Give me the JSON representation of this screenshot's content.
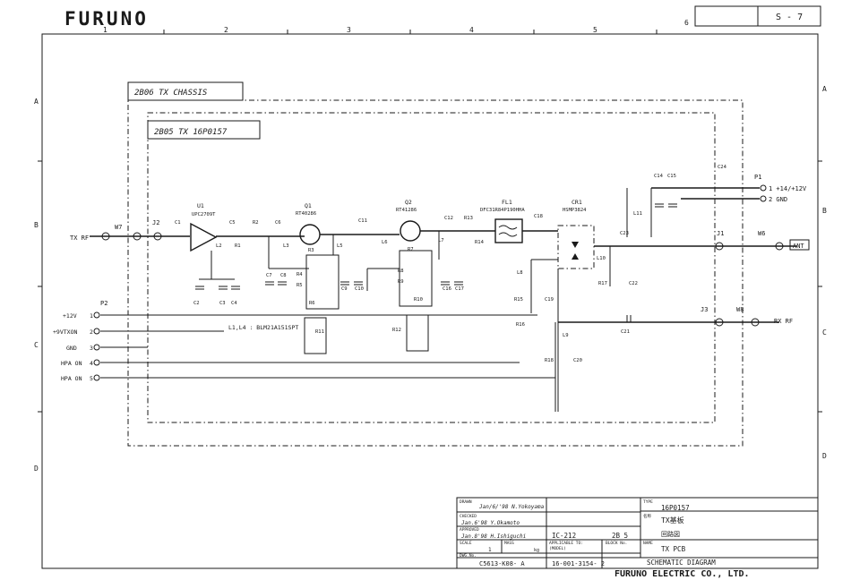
{
  "header": {
    "brand": "FURUNO",
    "sheet": "S - 7"
  },
  "grid": {
    "columns": [
      "1",
      "2",
      "3",
      "4",
      "5",
      "6"
    ],
    "rows": [
      "A",
      "B",
      "C",
      "D"
    ]
  },
  "boxes": {
    "chassis_label": "2B06   TX  CHASSIS",
    "pcb_label": "2B05   TX   16P0157"
  },
  "connectors": {
    "w7": "W7",
    "j2": "J2",
    "j1": "J1",
    "j3": "J3",
    "w6": "W6",
    "w8": "W8",
    "p1": "P1",
    "p2": "P2"
  },
  "io": {
    "tx_rf": "TX RF",
    "rx_rf": "RX RF",
    "ant": "ANT",
    "p1_pin1": "1  +14/+12V",
    "p1_pin2": "2  GND",
    "p2_pins": [
      {
        "label": "+12V",
        "pin": "1"
      },
      {
        "label": "+9VTXON",
        "pin": "2"
      },
      {
        "label": "GND",
        "pin": "3"
      },
      {
        "label": "HPA ON",
        "pin": "4"
      },
      {
        "label": "HPA ON",
        "pin": "5"
      }
    ]
  },
  "components": {
    "u1": "U1",
    "u1_part": "UPC2709T",
    "q1": "Q1",
    "q1_part": "RT40286",
    "q2": "Q2",
    "q2_part": "RT41286",
    "fl1": "FL1",
    "fl1_part": "DFC31R84P190HHA",
    "cr1": "CR1",
    "cr1_part": "HSMP3824",
    "note": "L1,L4 : BLM21A151SPT",
    "labels": [
      "C1",
      "C5",
      "R2",
      "C6",
      "L2",
      "R1",
      "L3",
      "C11",
      "L5",
      "L6",
      "C12",
      "R13",
      "L7",
      "R14",
      "C18",
      "L8",
      "R15",
      "C19",
      "R16",
      "C21",
      "L10",
      "R17",
      "C22",
      "L11",
      "C14",
      "C15",
      "C23",
      "L9",
      "R18",
      "C20",
      "C24",
      "C2",
      "C3",
      "C4",
      "C7",
      "C8",
      "C9",
      "C10",
      "C16",
      "C17",
      "R3",
      "R4",
      "R5",
      "R6",
      "R7",
      "R8",
      "R9",
      "R10",
      "R11",
      "R12"
    ]
  },
  "title_block": {
    "drawn": "DRAWN",
    "drawn_sig": "Jan/6/'98  N.Yokoyama",
    "checked": "CHECKED",
    "checked_sig": "Jan.6'98  Y.Okamoto",
    "approved": "APPROVED",
    "approved_sig": "Jan.8'98  H.Ishiguchi",
    "scale": "SCALE",
    "scale_val": "1",
    "mass": "MASS",
    "mass_unit": "kg",
    "dwg_no": "DWG.No.",
    "dwg_val": "C5613-K08- A",
    "model_code": "IC-212",
    "block": "2B 5",
    "applicable": "APPLICABLE TO:",
    "applicable_sub": "(MODEL)",
    "block_no": "BLOCK No.",
    "applicable_val": "16-001-3154- 2",
    "type": "TYPE",
    "type_val": "16P0157",
    "name_jp1": "名称",
    "name_val_jp": "TX基板",
    "name_jp2": "回路図",
    "name": "NAME",
    "name_val": "TX PCB",
    "name_val2": "SCHEMATIC DIAGRAM",
    "company": "FURUNO ELECTRIC CO., LTD."
  }
}
